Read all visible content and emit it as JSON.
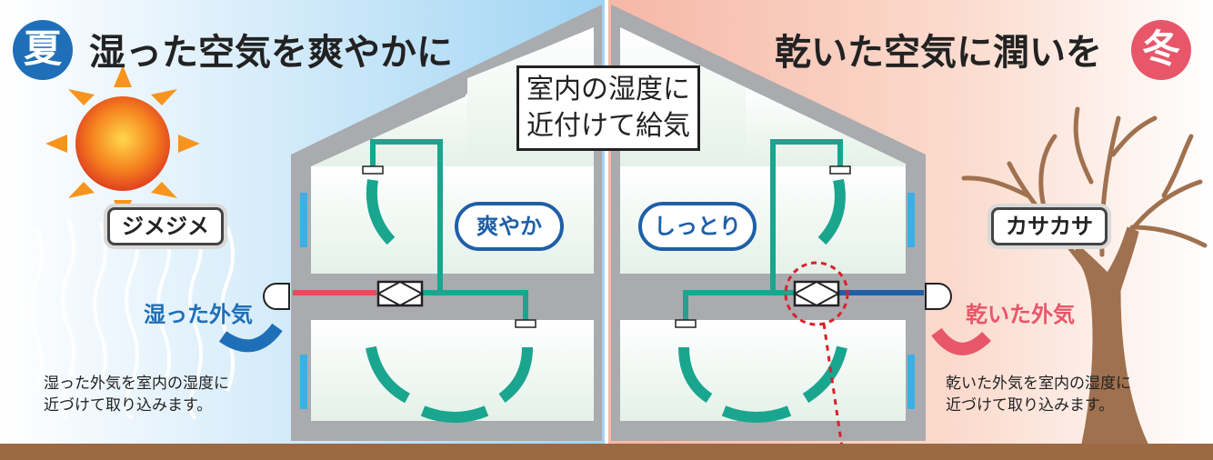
{
  "summer": {
    "badge": "夏",
    "title": "湿った空気を爽やかに",
    "feel_tag": "ジメジメ",
    "room_bubble": "爽やか",
    "outside_air": "湿った外気",
    "note_line1": "湿った外気を室内の湿度に",
    "note_line2": "近づけて取り込みます。"
  },
  "winter": {
    "badge": "冬",
    "title": "乾いた空気に潤いを",
    "feel_tag": "カサカサ",
    "room_bubble": "しっとり",
    "outside_air": "乾いた外気",
    "note_line1": "乾いた外気を室内の湿度に",
    "note_line2": "近づけて取り込みます。"
  },
  "center_callout": {
    "line1": "室内の湿度に",
    "line2": "近付けて給気"
  },
  "colors": {
    "summer_badge": "#1f6fb8",
    "winter_badge": "#e8566a",
    "duct": "#1aa58f",
    "summer_outside_duct": "#e24c5c",
    "winter_outside_duct": "#1f5fa8",
    "house_frame": "#a9abae",
    "ground": "#9b6a45"
  },
  "icons": [
    "sun-icon",
    "tree-icon",
    "heat-exchanger-icon",
    "humid-wave-icon",
    "airflow-arrow-icon"
  ]
}
